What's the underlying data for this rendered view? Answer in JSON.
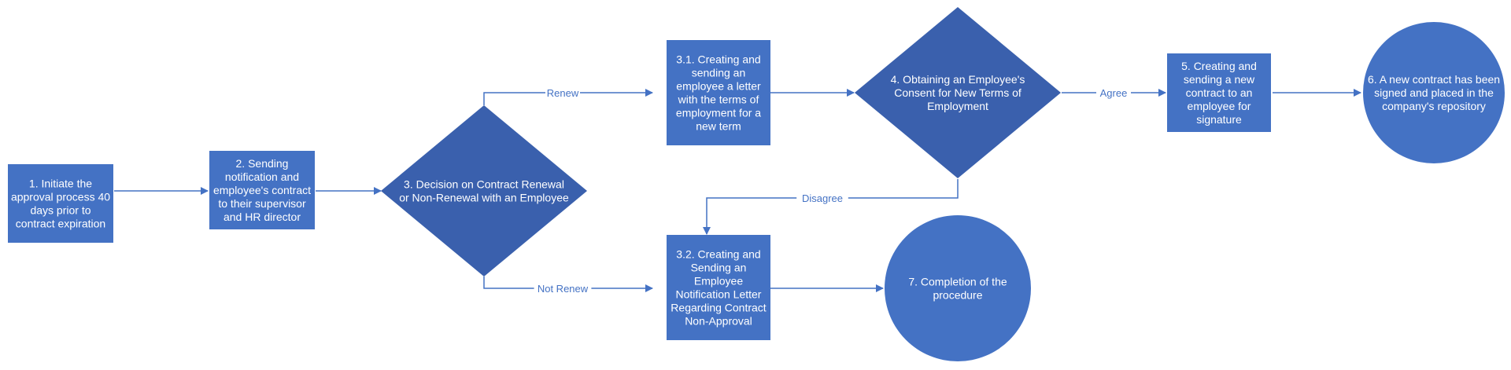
{
  "colors": {
    "box_fill": "#4472c4",
    "diamond_fill": "#3a60ad",
    "circle_fill": "#4472c4",
    "edge": "#4472c4",
    "text": "#ffffff",
    "label": "#4472c4"
  },
  "nodes": [
    {
      "id": "n1",
      "shape": "box",
      "lines": [
        "1. Initiate the",
        "approval process 40",
        "days prior to",
        "contract expiration"
      ]
    },
    {
      "id": "n2",
      "shape": "box",
      "lines": [
        "2. Sending",
        "notification and",
        "employee's contract",
        "to their supervisor",
        "and HR director"
      ]
    },
    {
      "id": "n3",
      "shape": "diamond",
      "lines": [
        "3. Decision on Contract Renewal",
        "or Non-Renewal with an Employee"
      ]
    },
    {
      "id": "n31",
      "shape": "box",
      "lines": [
        "3.1. Creating and",
        "sending an",
        "employee a letter",
        "with the terms of",
        "employment for a",
        "new term"
      ]
    },
    {
      "id": "n32",
      "shape": "box",
      "lines": [
        "3.2. Creating and",
        "Sending an",
        "Employee",
        "Notification Letter",
        "Regarding Contract",
        "Non-Approval"
      ]
    },
    {
      "id": "n4",
      "shape": "diamond",
      "lines": [
        "4. Obtaining an Employee's",
        "Consent for New Terms of",
        "Employment"
      ]
    },
    {
      "id": "n5",
      "shape": "box",
      "lines": [
        "5. Creating and",
        "sending a new",
        "contract to an",
        "employee for",
        "signature"
      ]
    },
    {
      "id": "n6",
      "shape": "circle",
      "lines": [
        "6. A new contract has been",
        "signed and placed in the",
        "company's repository"
      ]
    },
    {
      "id": "n7",
      "shape": "circle",
      "lines": [
        "7. Completion of the",
        "procedure"
      ]
    }
  ],
  "edges": [
    {
      "id": "e1",
      "from": "n1",
      "to": "n2",
      "label": ""
    },
    {
      "id": "e2",
      "from": "n2",
      "to": "n3",
      "label": ""
    },
    {
      "id": "e3",
      "from": "n3",
      "to": "n31",
      "label": "Renew"
    },
    {
      "id": "e4",
      "from": "n3",
      "to": "n32",
      "label": "Not Renew"
    },
    {
      "id": "e5",
      "from": "n31",
      "to": "n4",
      "label": ""
    },
    {
      "id": "e6",
      "from": "n4",
      "to": "n5",
      "label": "Agree"
    },
    {
      "id": "e7",
      "from": "n4",
      "to": "n32",
      "label": "Disagree"
    },
    {
      "id": "e8",
      "from": "n5",
      "to": "n6",
      "label": ""
    },
    {
      "id": "e9",
      "from": "n32",
      "to": "n7",
      "label": ""
    }
  ]
}
